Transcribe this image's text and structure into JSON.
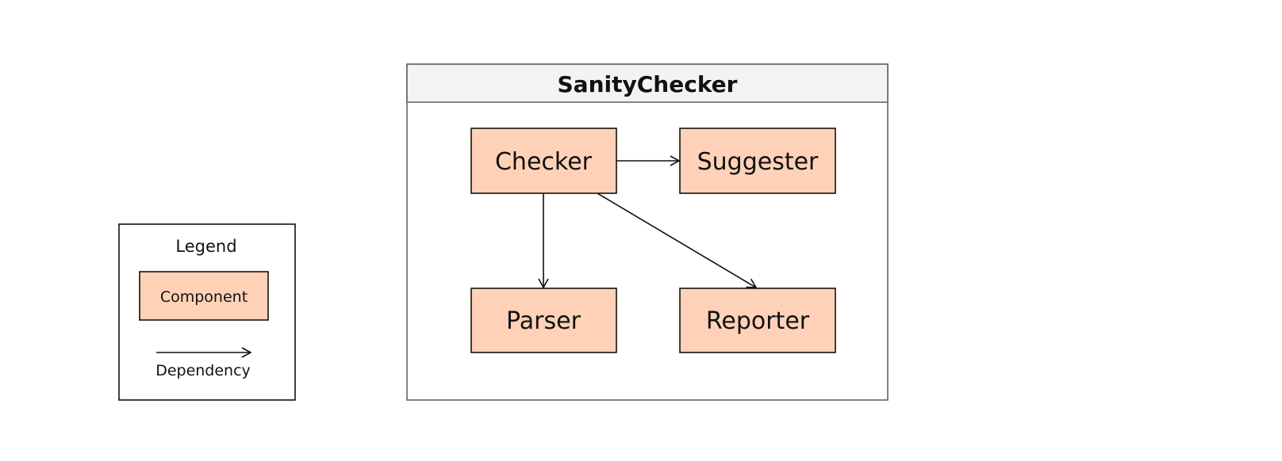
{
  "colors": {
    "component_fill": "#ffd2b8",
    "component_stroke": "#111111",
    "container_fill": "#ffffff",
    "container_header_fill": "#f3f3f3",
    "container_stroke": "#666666",
    "arrow": "#111111"
  },
  "legend": {
    "title": "Legend",
    "component_label": "Component",
    "dependency_label": "Dependency"
  },
  "container": {
    "title": "SanityChecker"
  },
  "components": {
    "checker": "Checker",
    "suggester": "Suggester",
    "parser": "Parser",
    "reporter": "Reporter"
  },
  "dependencies": [
    {
      "from": "Checker",
      "to": "Suggester"
    },
    {
      "from": "Checker",
      "to": "Parser"
    },
    {
      "from": "Checker",
      "to": "Reporter"
    }
  ]
}
